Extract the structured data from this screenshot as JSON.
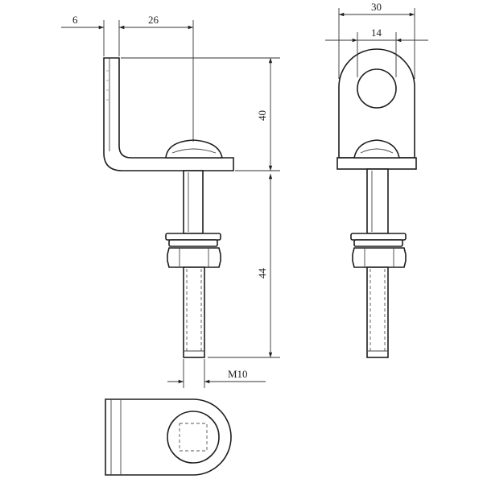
{
  "dimensions": {
    "flange_thickness": "6",
    "bolt_offset": "26",
    "overall_width": "30",
    "hole_diameter": "14",
    "bracket_height": "40",
    "bolt_length": "44",
    "thread_size": "M10"
  },
  "colors": {
    "line": "#2b2b2b",
    "background": "#ffffff"
  }
}
